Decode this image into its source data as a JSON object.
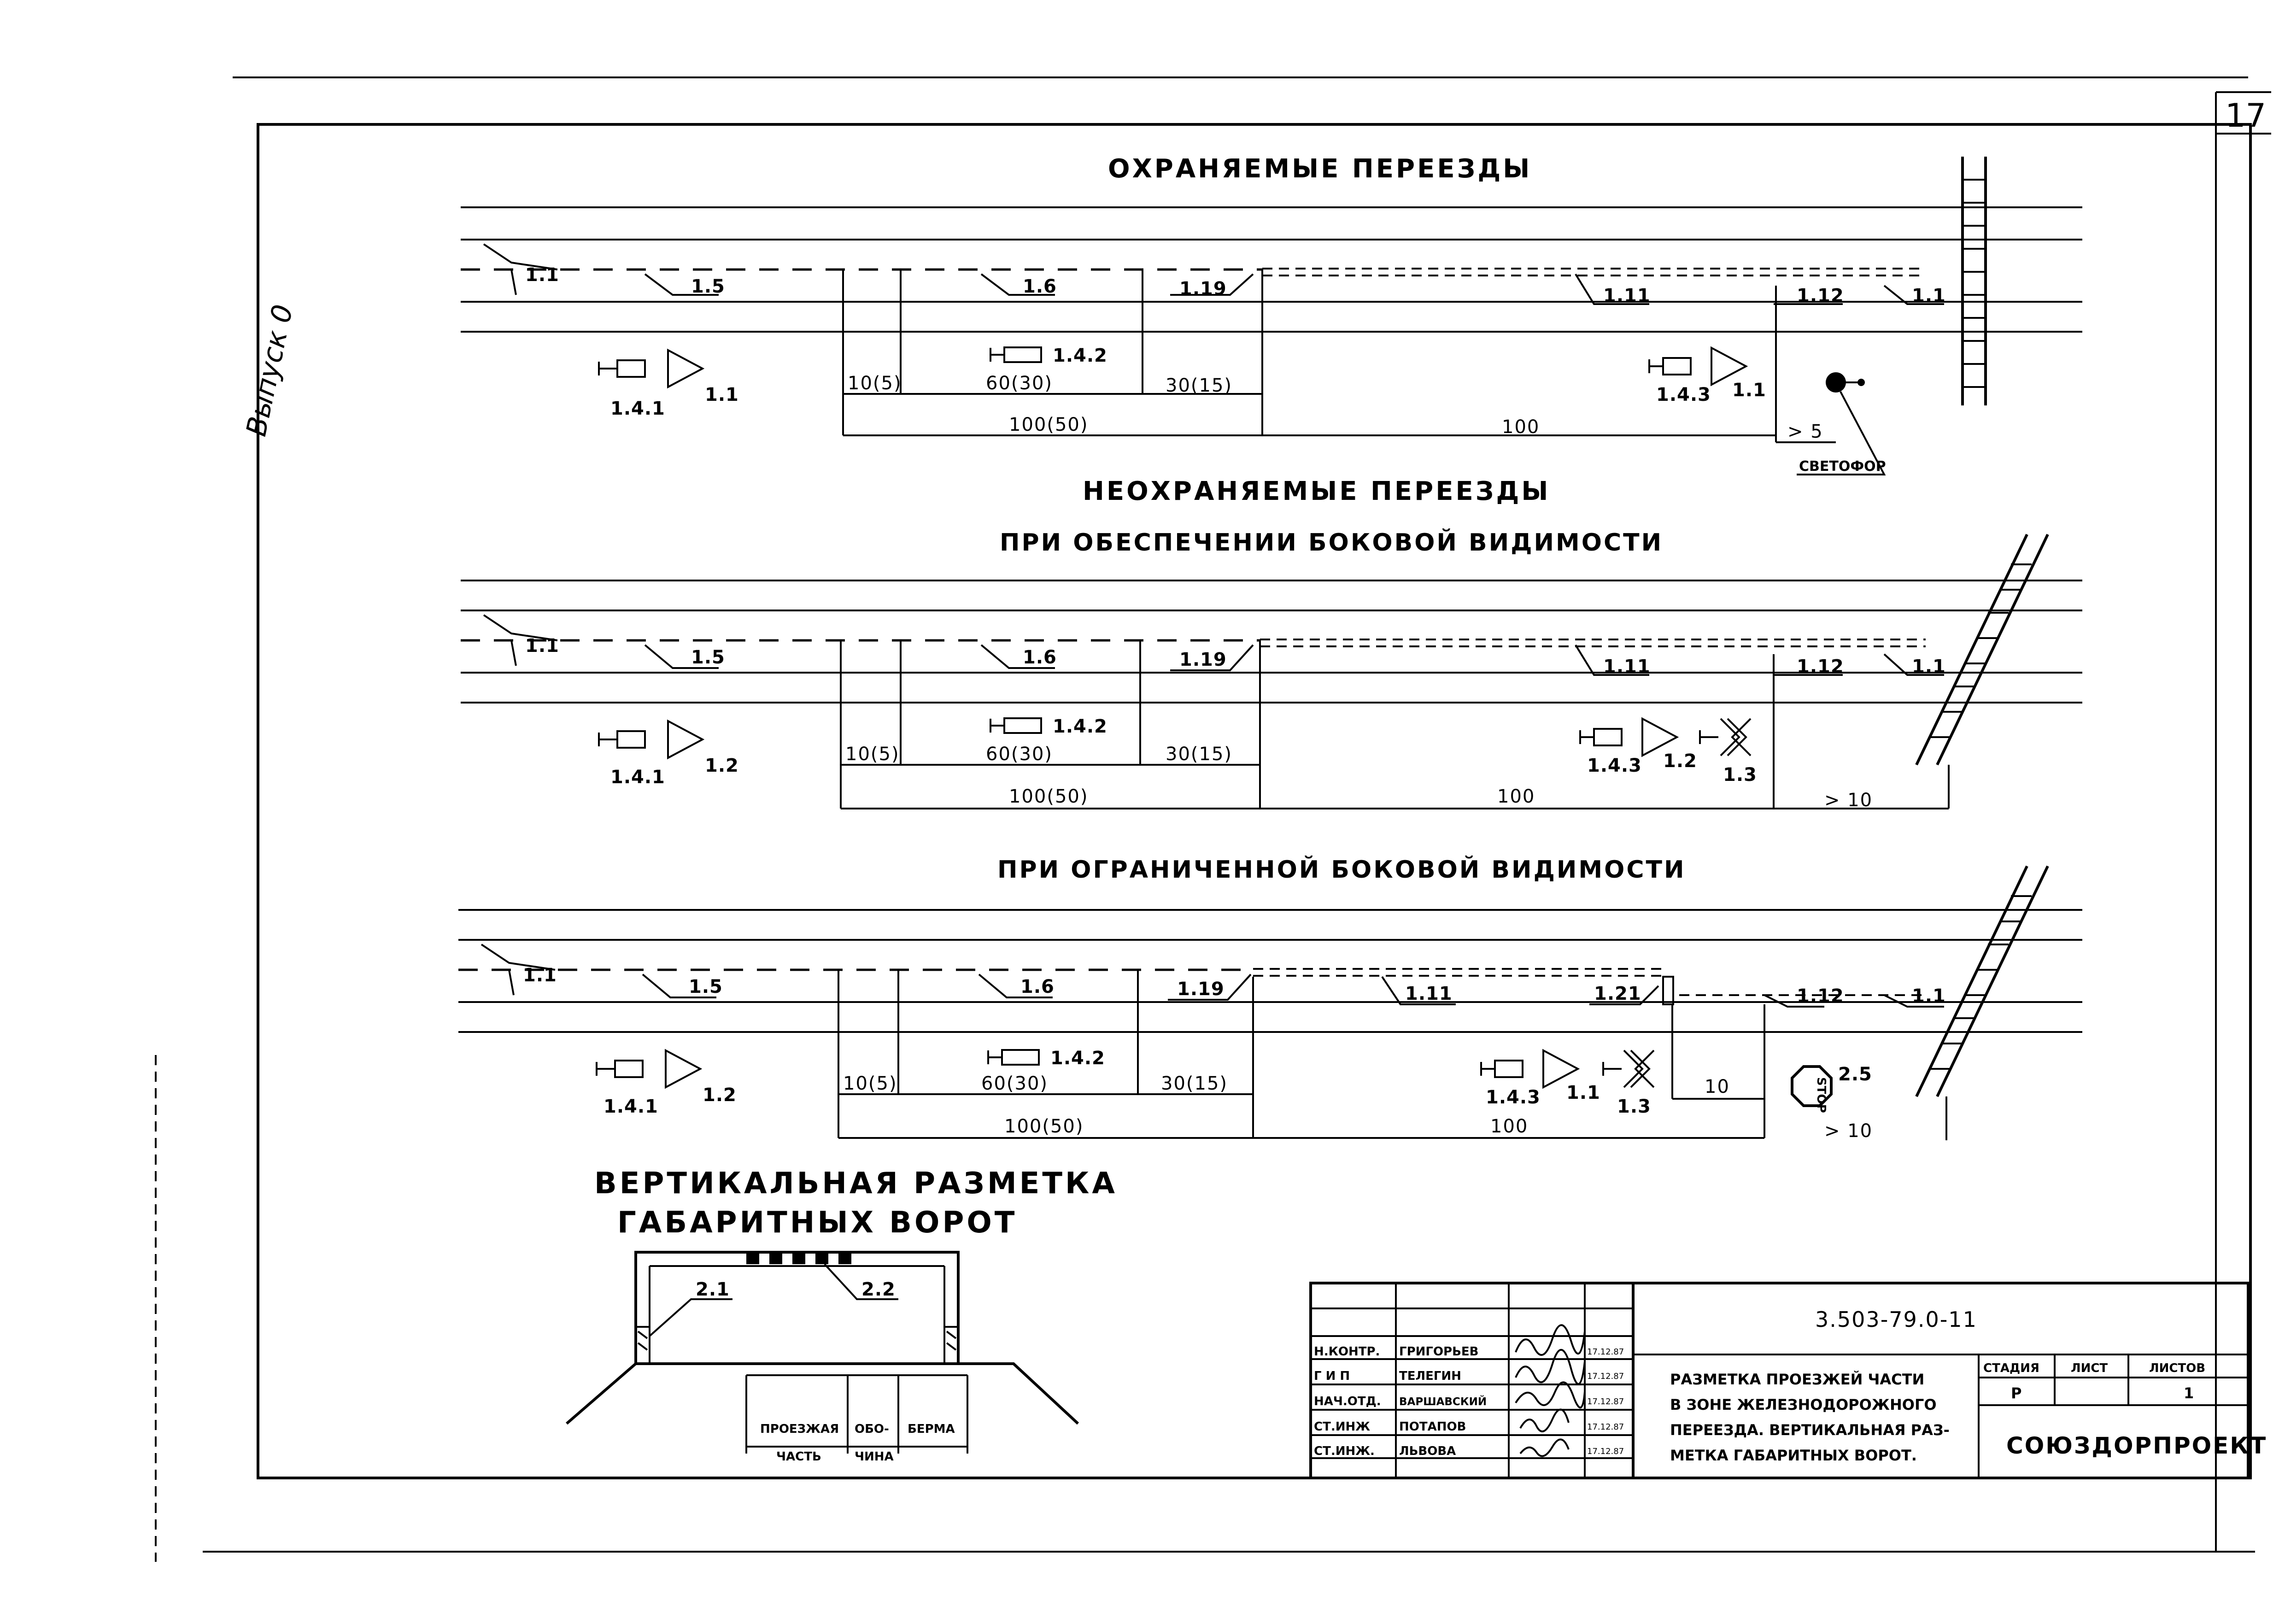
{
  "page": {
    "sheet_number": "17",
    "side_note": "Выпуск 0"
  },
  "sections": [
    {
      "title": "ОХРАНЯЕМЫЕ ПЕРЕЕЗДЫ",
      "subtitle": "",
      "markings": [
        "1.1",
        "1.5",
        "1.6",
        "1.19",
        "1.11",
        "1.12",
        "1.1"
      ],
      "signs": [
        "1.4.1",
        "1.1",
        "1.4.2",
        "1.4.3",
        "1.1"
      ],
      "dims": [
        "10(5)",
        "60(30)",
        "30(15)",
        "100(50)",
        "100",
        "> 5"
      ],
      "callout": "СВЕТОФОР"
    },
    {
      "title": "НЕОХРАНЯЕМЫЕ ПЕРЕЕЗДЫ",
      "subtitle": "ПРИ ОБЕСПЕЧЕНИИ БОКОВОЙ ВИДИМОСТИ",
      "markings": [
        "1.1",
        "1.5",
        "1.6",
        "1.19",
        "1.11",
        "1.12",
        "1.1"
      ],
      "signs": [
        "1.4.1",
        "1.2",
        "1.4.2",
        "1.4.3",
        "1.2",
        "1.3"
      ],
      "dims": [
        "10(5)",
        "60(30)",
        "30(15)",
        "100(50)",
        "100",
        "> 10"
      ]
    },
    {
      "title": "",
      "subtitle": "ПРИ ОГРАНИЧЕННОЙ БОКОВОЙ ВИДИМОСТИ",
      "markings": [
        "1.1",
        "1.5",
        "1.6",
        "1.19",
        "1.11",
        "1.21",
        "1.12",
        "1.1"
      ],
      "signs": [
        "1.4.1",
        "1.2",
        "1.4.2",
        "1.4.3",
        "1.1",
        "1.3",
        "2.5"
      ],
      "dims": [
        "10(5)",
        "60(30)",
        "30(15)",
        "100(50)",
        "100",
        "10",
        "> 10"
      ],
      "stop_text": "STOP"
    }
  ],
  "gate": {
    "title_line1": "ВЕРТИКАЛЬНАЯ РАЗМЕТКА",
    "title_line2": "ГАБАРИТНЫХ ВОРОТ",
    "label_a": "2.1",
    "label_b": "2.2",
    "zone1_l1": "ПРОЕЗЖАЯ",
    "zone1_l2": "ЧАСТЬ",
    "zone2_l1": "ОБО-",
    "zone2_l2": "ЧИНА",
    "zone3": "БЕРМА"
  },
  "title_block": {
    "code": "3.503-79.0-11",
    "desc_lines": [
      "РАЗМЕТКА ПРОЕЗЖЕЙ ЧАСТИ",
      "В ЗОНЕ ЖЕЛЕЗНОДОРОЖНОГО",
      "ПЕРЕЕЗДА. ВЕРТИКАЛЬНАЯ РАЗ-",
      "МЕТКА ГАБАРИТНЫХ ВОРОТ."
    ],
    "stage_head": "СТАДИЯ",
    "sheet_head": "ЛИСТ",
    "sheets_head": "ЛИСТОВ",
    "stage": "Р",
    "sheets": "1",
    "org": "СОЮЗДОРПРОЕКТ",
    "people": [
      {
        "role": "Н.КОНТР.",
        "name": "ГРИГОРЬЕВ",
        "date": "17.12.87"
      },
      {
        "role": "Г И П",
        "name": "ТЕЛЕГИН",
        "date": "17.12.87"
      },
      {
        "role": "НАЧ.ОТД.",
        "name": "ВАРШАВСКИЙ",
        "date": "17.12.87"
      },
      {
        "role": "СТ.ИНЖ",
        "name": "ПОТАПОВ",
        "date": "17.12.87"
      },
      {
        "role": "СТ.ИНЖ.",
        "name": "ЛЬВОВА",
        "date": "17.12.87"
      }
    ]
  }
}
